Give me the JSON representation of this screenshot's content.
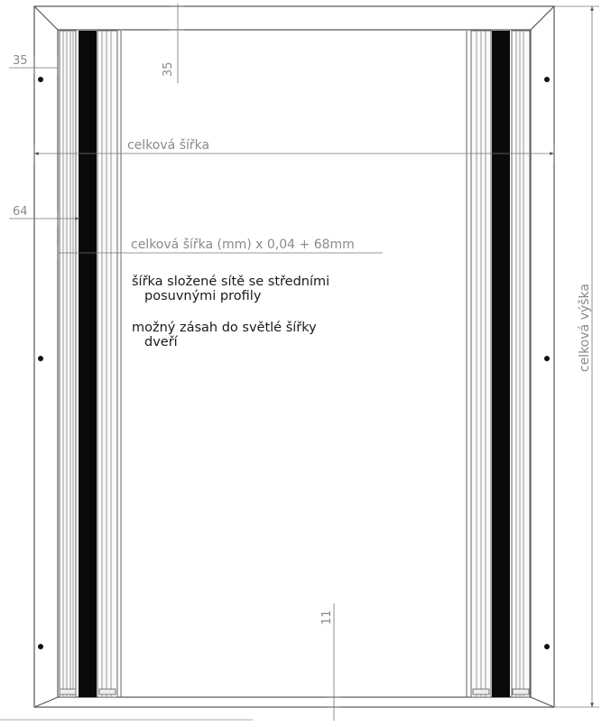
{
  "drawing": {
    "dimensions": {
      "side_gap_top": "35",
      "top_gap": "35",
      "total_width": "celková šířka",
      "side_gap_mid": "64",
      "formula": "celková šířka (mm) x 0,04 + 68mm",
      "bottom_gap": "11",
      "total_height": "celková výška"
    },
    "notes": {
      "note1_line1": "šířka složené sítě se středními",
      "note1_line2": "posuvnými profily",
      "note2_line1": "možný zásah do světlé šířky",
      "note2_line2": "dveří"
    }
  }
}
